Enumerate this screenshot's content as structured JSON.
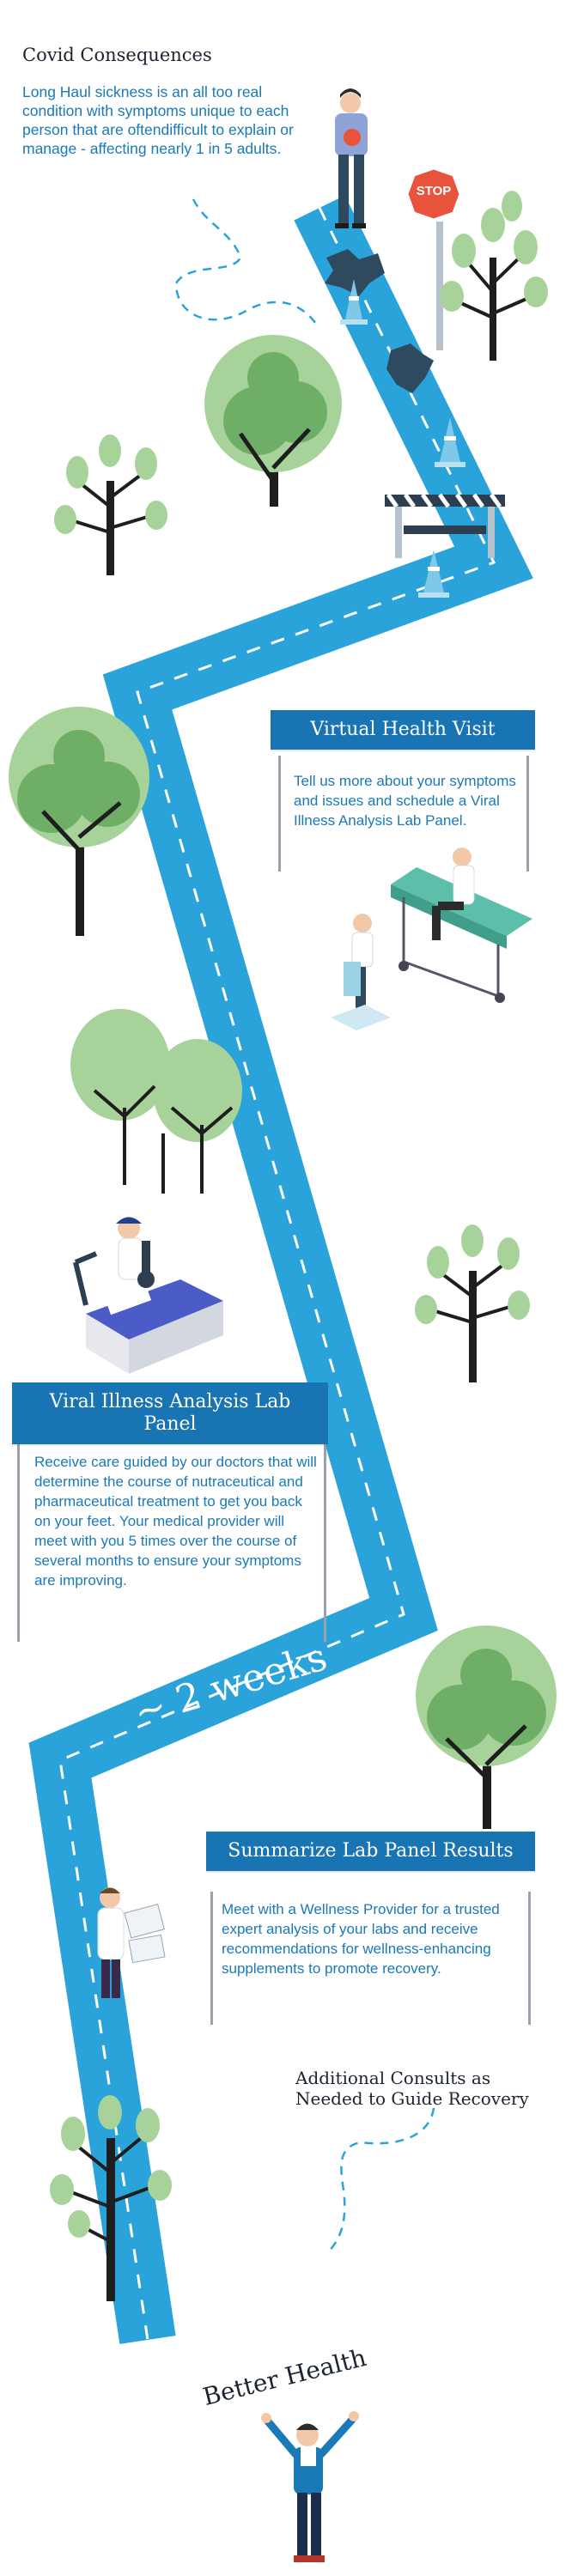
{
  "intro": {
    "title": "Covid Consequences",
    "body": "Long Haul sickness is an all too real condition with symptoms unique to each person that are oftendifficult to explain or manage - affecting nearly 1 in 5 adults."
  },
  "stop_sign": {
    "label": "STOP"
  },
  "steps": [
    {
      "title": "Virtual Health Visit",
      "body": "Tell us more about your symptoms and issues and schedule a Viral Illness Analysis Lab Panel."
    },
    {
      "title": "Viral Illness Analysis Lab Panel",
      "body": "Receive care guided by our doctors that will determine the course of nutraceutical and pharmaceutical treatment to get you back on your feet. Your medical provider will meet with you 5 times over the course of several months to ensure your symptoms are improving."
    },
    {
      "title": "Summarize Lab Panel Results",
      "body": "Meet with a Wellness Provider for a trusted expert analysis of your labs and receive recommendations for wellness-enhancing supplements to promote recovery."
    }
  ],
  "road_label": "~ 2 weeks",
  "consults": "Additional Consults as Needed to Guide Recovery",
  "finish": "Better Health",
  "colors": {
    "road": "#2aa3da",
    "banner": "#1874b3",
    "body_text": "#1a79b7",
    "heading_text": "#1c2431",
    "tree_light": "#a7d39a",
    "tree_dark": "#6fae66",
    "trunk": "#1e1e1e",
    "cone": "#7ec9ea",
    "stop": "#e8533c"
  }
}
